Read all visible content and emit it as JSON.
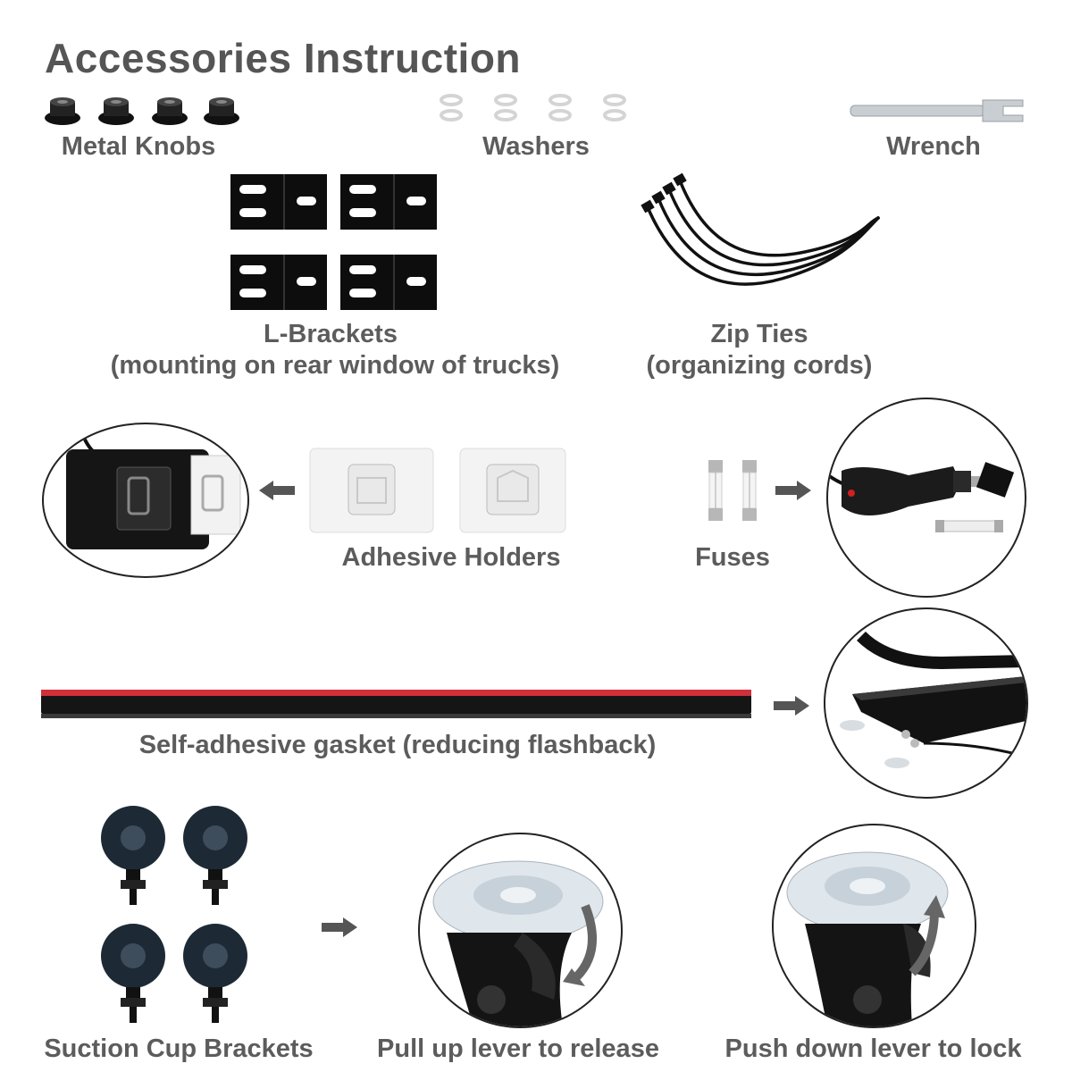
{
  "title": "Accessories Instruction",
  "items": {
    "metal_knobs": "Metal Knobs",
    "washers": "Washers",
    "wrench": "Wrench",
    "l_brackets": "L-Brackets",
    "l_brackets_note": "(mounting on rear window of trucks)",
    "zip_ties": "Zip Ties",
    "zip_ties_note": "(organizing cords)",
    "adhesive_holders": "Adhesive Holders",
    "fuses": "Fuses",
    "gasket": "Self-adhesive gasket (reducing flashback)",
    "suction_cup_brackets": "Suction Cup Brackets",
    "pull_up": "Pull up lever to release",
    "push_down": "Push down lever to lock"
  },
  "colors": {
    "text": "#5c5c5c",
    "gasket_red": "#d0303a",
    "dark": "#1a1a1a",
    "arrow": "#555555"
  }
}
